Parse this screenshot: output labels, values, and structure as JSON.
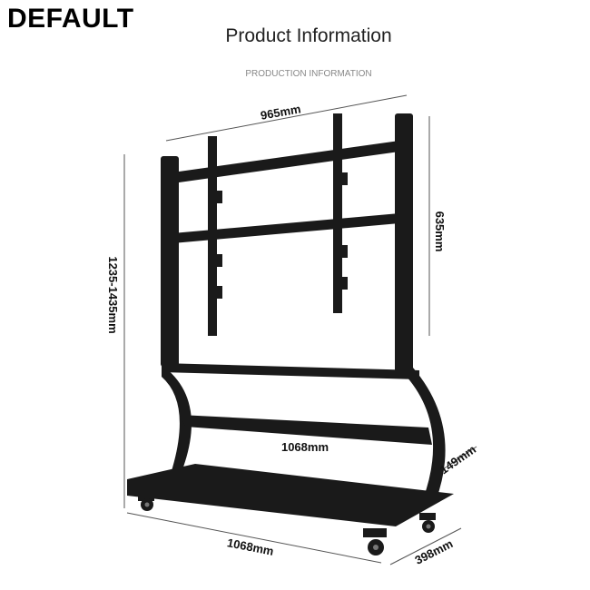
{
  "watermark": "DEFAULT",
  "header": {
    "title": "Product Information",
    "subtitle": "PRODUCTION INFORMATION"
  },
  "dimensions": {
    "width_top": "965mm",
    "bracket_height": "635mm",
    "total_height": "1235-1435mm",
    "middle_shelf_width": "1068mm",
    "shelf_gap": "149mm",
    "base_width": "1068mm",
    "base_depth": "398mm"
  },
  "colors": {
    "frame": "#1a1a1a",
    "dimension_line": "#555555"
  }
}
